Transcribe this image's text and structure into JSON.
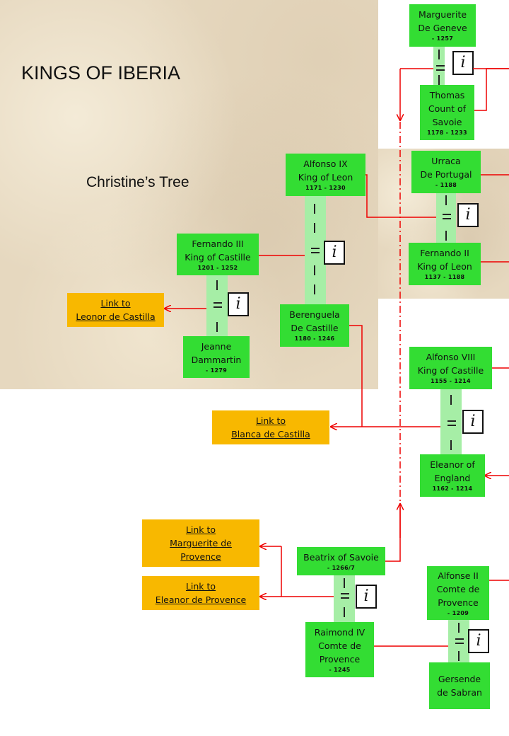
{
  "title": "KINGS OF IBERIA",
  "subtitle": "Christine’s Tree",
  "marriage_symbol": "i",
  "colors": {
    "person": "#33dd33",
    "link": "#f8b800",
    "line": "#ee0000",
    "stem": "#a6eea6",
    "background": "#e6d8bf"
  },
  "people": {
    "marguerite": {
      "name": "Marguerite\nDe Geneve",
      "dates": "- 1257"
    },
    "thomas": {
      "name": "Thomas\nCount of\nSavoie",
      "dates": "1178 - 1233"
    },
    "alfonso9": {
      "name": "Alfonso IX\nKing of Leon",
      "dates": "1171 - 1230"
    },
    "urraca": {
      "name": "Urraca\nDe Portugal",
      "dates": "- 1188"
    },
    "fernando2": {
      "name": "Fernando II\nKing of Leon",
      "dates": "1137 - 1188"
    },
    "fernando3": {
      "name": "Fernando III\nKing of Castille",
      "dates": "1201 - 1252"
    },
    "berenguela": {
      "name": "Berenguela\nDe Castille",
      "dates": "1180 - 1246"
    },
    "jeanne": {
      "name": "Jeanne\nDammartin",
      "dates": "- 1279"
    },
    "alfonso8": {
      "name": "Alfonso VIII\nKing of Castille",
      "dates": "1155 - 1214"
    },
    "eleanor": {
      "name": "Eleanor of\nEngland",
      "dates": "1162 - 1214"
    },
    "beatrix": {
      "name": "Beatrix of Savoie",
      "dates": "- 1266/7"
    },
    "raimond": {
      "name": "Raimond IV\nComte de\nProvence",
      "dates": "- 1245"
    },
    "alfonse2": {
      "name": "Alfonse II\nComte de\nProvence",
      "dates": "- 1209"
    },
    "gersende": {
      "name": "Gersende\nde Sabran",
      "dates": ""
    }
  },
  "links": {
    "leonor": "Link to\nLeonor de Castilla",
    "blanca": "Link to\nBlanca de Castilla",
    "marguerite_prov": "Link to\nMarguerite de\nProvence",
    "eleanor_prov": "Link to\nEleanor de Provence"
  }
}
